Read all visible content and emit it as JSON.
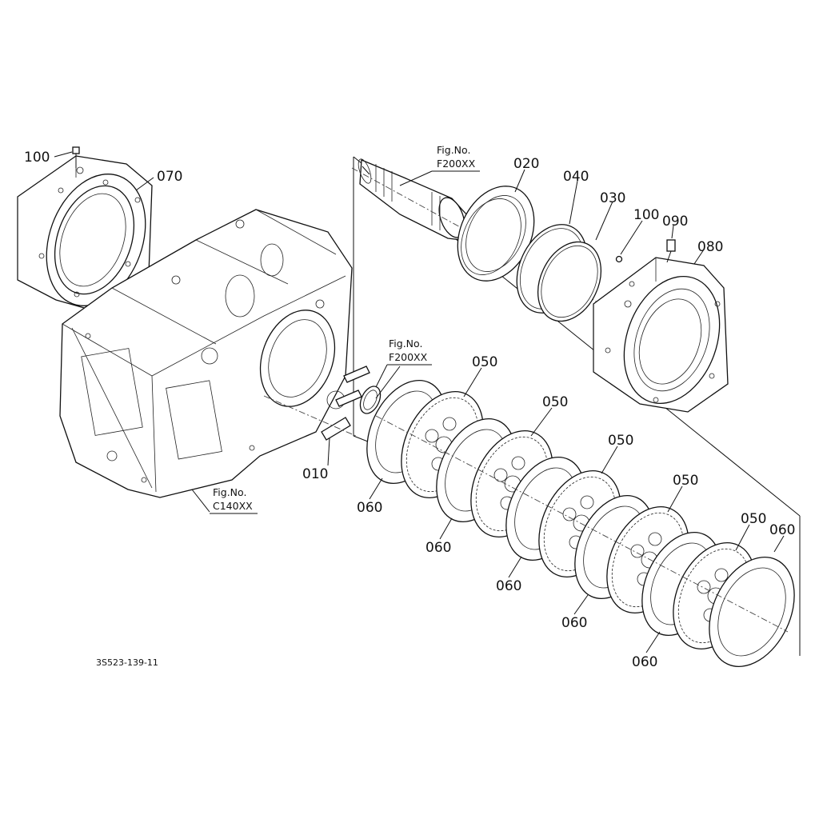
{
  "drawing_code": "3S523-139-11",
  "callouts": {
    "c100_left": "100",
    "c070": "070",
    "c020": "020",
    "c040": "040",
    "c030": "030",
    "c100_right": "100",
    "c090": "090",
    "c080": "080",
    "c010": "010",
    "c050_a": "050",
    "c050_b": "050",
    "c050_c": "050",
    "c050_d": "050",
    "c050_e": "050",
    "c060_a": "060",
    "c060_b": "060",
    "c060_c": "060",
    "c060_d": "060",
    "c060_e": "060",
    "c060_f": "060"
  },
  "fig_refs": {
    "shaft": {
      "prefix": "Fig.No.",
      "number": "F200XX"
    },
    "oring": {
      "prefix": "Fig.No.",
      "number": "F200XX"
    },
    "case": {
      "prefix": "Fig.No.",
      "number": "C140XX"
    }
  }
}
